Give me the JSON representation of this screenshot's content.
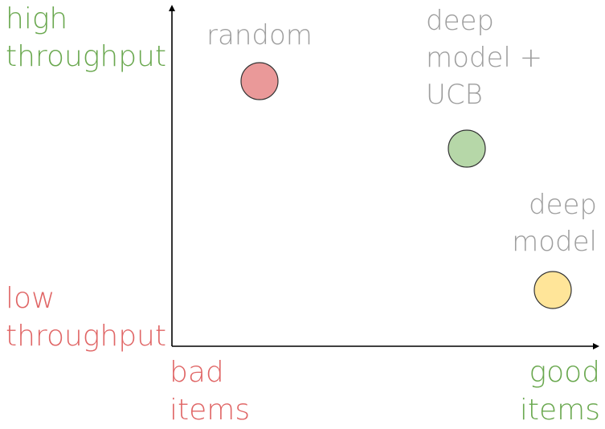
{
  "axes": {
    "y_high": "high\nthroughput",
    "y_low": "low\nthroughput",
    "x_bad": "bad\nitems",
    "x_good": "good\nitems"
  },
  "points": [
    {
      "label": "random",
      "fill": "#EA9999",
      "stroke": "#333333"
    },
    {
      "label": "deep\nmodel +\nUCB",
      "fill": "#B6D7A8",
      "stroke": "#333333"
    },
    {
      "label": "deep\nmodel",
      "fill": "#FFE599",
      "stroke": "#333333"
    }
  ],
  "colors": {
    "green": "#6AA84F",
    "red": "#E06666",
    "point_label": "#9E9E9E",
    "axis": "#000000"
  }
}
